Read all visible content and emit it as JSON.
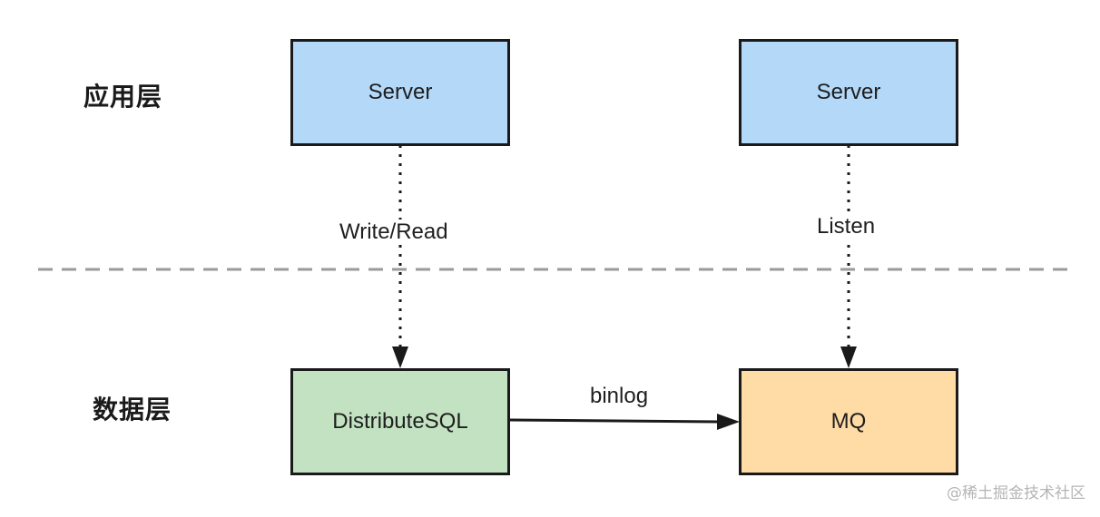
{
  "layers": {
    "application": "应用层",
    "data": "数据层"
  },
  "nodes": {
    "server_left": "Server",
    "server_right": "Server",
    "distribute_sql": "DistributeSQL",
    "mq": "MQ"
  },
  "edges": {
    "write_read": "Write/Read",
    "listen": "Listen",
    "binlog": "binlog"
  },
  "watermark": "@稀土掘金技术社区",
  "colors": {
    "server_fill": "#b3d8f8",
    "sql_fill": "#c2e2c2",
    "mq_fill": "#ffdba6",
    "stroke": "#1a1a1a",
    "divider": "#9a9a9a"
  }
}
